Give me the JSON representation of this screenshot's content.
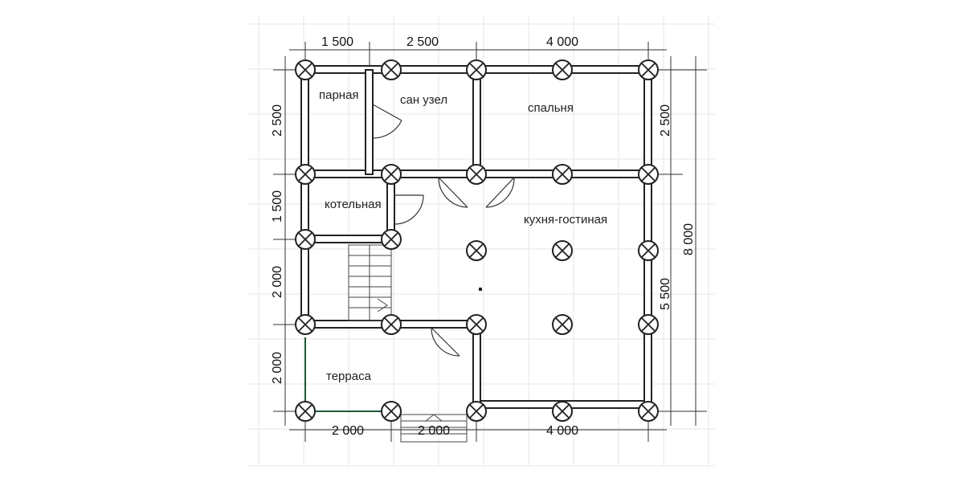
{
  "rooms": {
    "parnaya": "парная",
    "san_uzel": "сан узел",
    "spalnya": "спальня",
    "kotelnaya": "котельная",
    "kuhnya": "кухня-гостиная",
    "terrasa": "терраса"
  },
  "dimensions": {
    "top": [
      "1 500",
      "2 500",
      "4 000"
    ],
    "bottom": [
      "2 000",
      "2 000",
      "4 000"
    ],
    "left": [
      "2 500",
      "1 500",
      "2 000",
      "2 000"
    ],
    "right": [
      "2 500",
      "5 500"
    ],
    "right_total": "8 000"
  },
  "colors": {
    "wall": "#222222",
    "grid": "#e6e6e6",
    "terrace_edge": "#1f5a3a"
  }
}
